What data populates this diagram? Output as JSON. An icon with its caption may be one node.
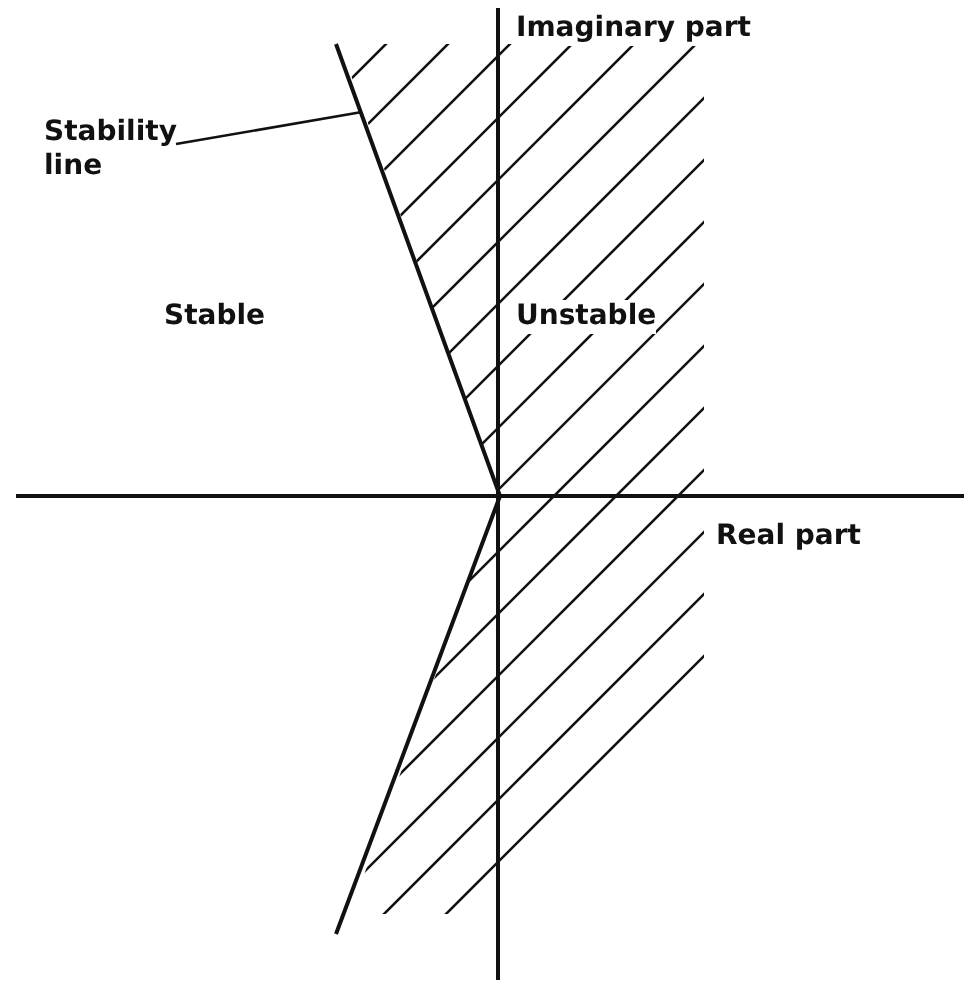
{
  "diagram": {
    "nodes": [
      {
        "text": [
          "Stability line"
        ]
      },
      {
        "text": [],
        "shape": "line"
      }
    ],
    "edges": [
      {
        "from": 0,
        "to": 1,
        "arrow": "none"
      }
    ],
    "labels": [
      "Imaginary part",
      "Stable",
      "Unstable",
      "Real part"
    ]
  }
}
